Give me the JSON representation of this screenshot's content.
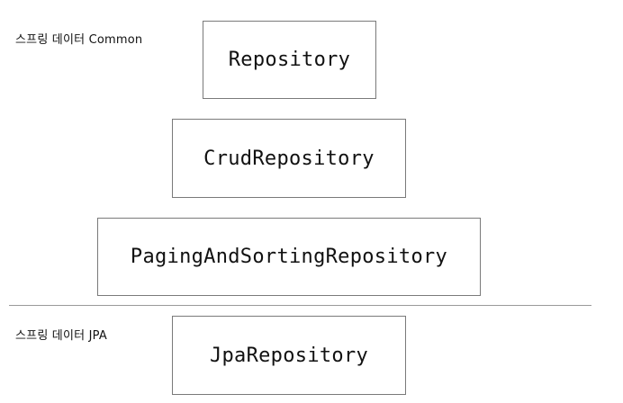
{
  "sections": {
    "common": {
      "label": "스프링 데이터  Common",
      "boxes": [
        "Repository",
        "CrudRepository",
        "PagingAndSortingRepository"
      ]
    },
    "jpa": {
      "label": "스프링 데이터  JPA",
      "boxes": [
        "JpaRepository"
      ]
    }
  }
}
